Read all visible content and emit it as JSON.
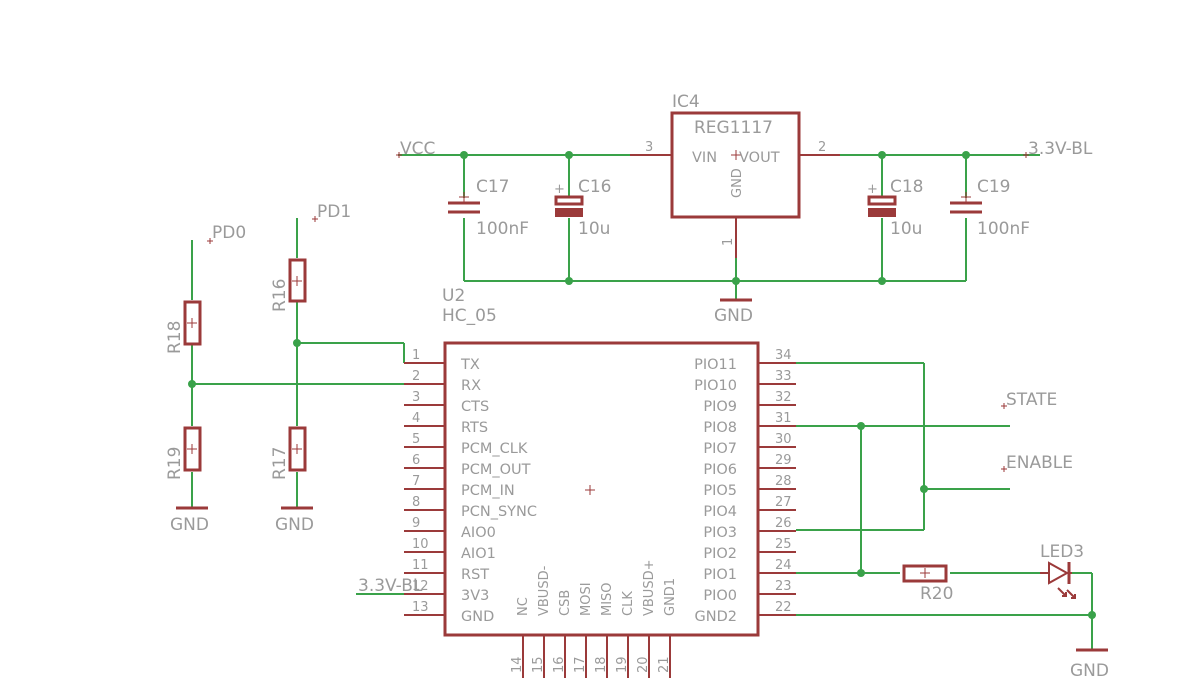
{
  "regulator": {
    "ref": "IC4",
    "value": "REG1117",
    "pin_vin": "VIN",
    "pin_vout": "VOUT",
    "pin_gnd": "GND",
    "pin_num_in": "3",
    "pin_num_out": "2",
    "pin_num_gnd": "1"
  },
  "nets": {
    "vcc": "VCC",
    "out_3v3": "3.3V-BL",
    "reg_gnd": "GND",
    "pd0": "PD0",
    "pd1": "PD1",
    "gnd_r18": "GND",
    "gnd_r17": "GND",
    "gnd_led": "GND",
    "u2_3v3": "3.3V-BL",
    "state": "STATE",
    "enable": "ENABLE"
  },
  "capacitors": {
    "c17": {
      "ref": "C17",
      "value": "100nF"
    },
    "c16": {
      "ref": "C16",
      "value": "10u"
    },
    "c18": {
      "ref": "C18",
      "value": "10u"
    },
    "c19": {
      "ref": "C19",
      "value": "100nF"
    }
  },
  "resistors": {
    "r18": "R18",
    "r19": "R19",
    "r16": "R16",
    "r17": "R17",
    "r20": "R20"
  },
  "led": {
    "ref": "LED3"
  },
  "module": {
    "ref": "U2",
    "value": "HC_05",
    "left_pins": [
      {
        "num": "1",
        "name": "TX"
      },
      {
        "num": "2",
        "name": "RX"
      },
      {
        "num": "3",
        "name": "CTS"
      },
      {
        "num": "4",
        "name": "RTS"
      },
      {
        "num": "5",
        "name": "PCM_CLK"
      },
      {
        "num": "6",
        "name": "PCM_OUT"
      },
      {
        "num": "7",
        "name": "PCM_IN"
      },
      {
        "num": "8",
        "name": "PCN_SYNC"
      },
      {
        "num": "9",
        "name": "AIO0"
      },
      {
        "num": "10",
        "name": "AIO1"
      },
      {
        "num": "11",
        "name": "RST"
      },
      {
        "num": "12",
        "name": "3V3"
      },
      {
        "num": "13",
        "name": "GND"
      }
    ],
    "right_pins": [
      {
        "num": "34",
        "name": "PIO11"
      },
      {
        "num": "33",
        "name": "PIO10"
      },
      {
        "num": "32",
        "name": "PIO9"
      },
      {
        "num": "31",
        "name": "PIO8"
      },
      {
        "num": "30",
        "name": "PIO7"
      },
      {
        "num": "29",
        "name": "PIO6"
      },
      {
        "num": "28",
        "name": "PIO5"
      },
      {
        "num": "27",
        "name": "PIO4"
      },
      {
        "num": "26",
        "name": "PIO3"
      },
      {
        "num": "25",
        "name": "PIO2"
      },
      {
        "num": "24",
        "name": "PIO1"
      },
      {
        "num": "23",
        "name": "PIO0"
      },
      {
        "num": "22",
        "name": "GND2"
      }
    ],
    "bottom_pins": [
      {
        "num": "14",
        "name": "NC"
      },
      {
        "num": "15",
        "name": "VBUSD-"
      },
      {
        "num": "16",
        "name": "CSB"
      },
      {
        "num": "17",
        "name": "MOSI"
      },
      {
        "num": "18",
        "name": "MISO"
      },
      {
        "num": "19",
        "name": "CLK"
      },
      {
        "num": "20",
        "name": "VBUSD+"
      },
      {
        "num": "21",
        "name": "GND1"
      }
    ]
  }
}
